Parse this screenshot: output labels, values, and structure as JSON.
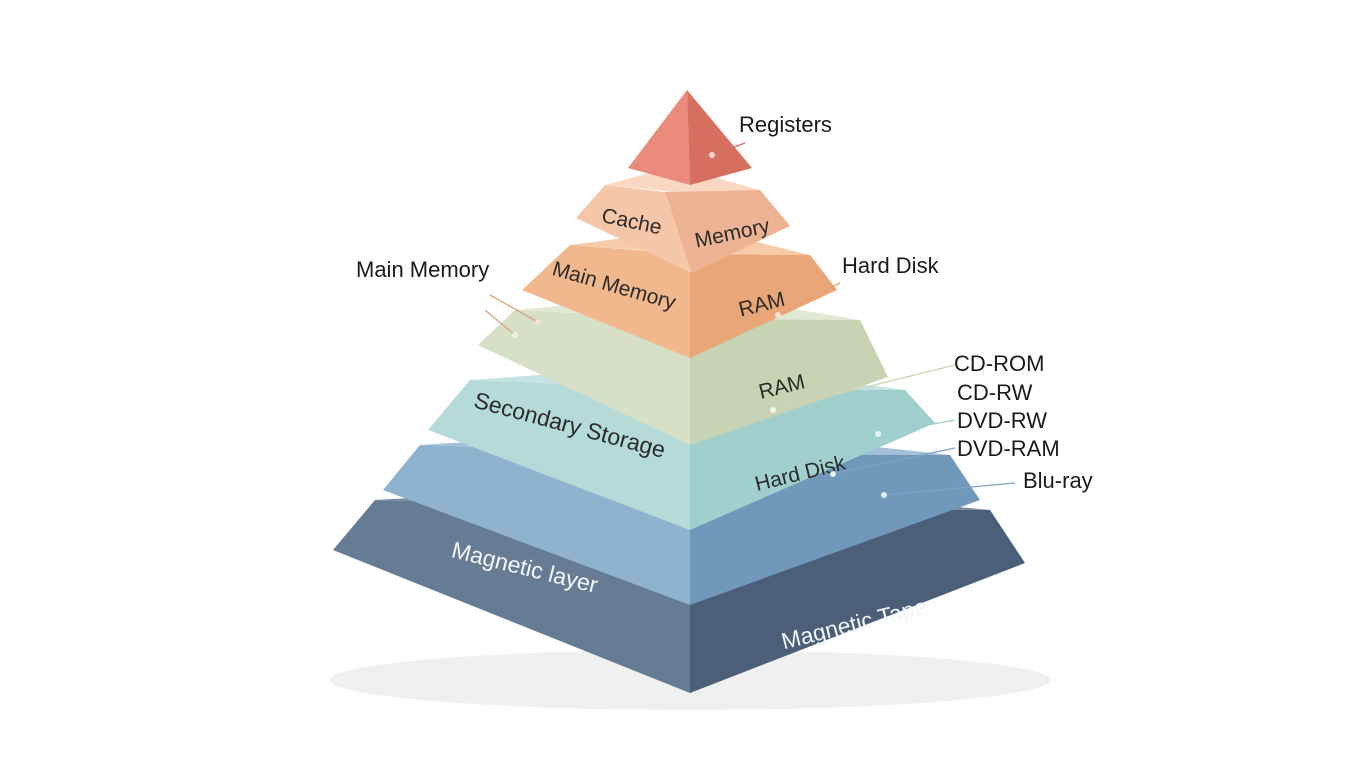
{
  "tiers": [
    {
      "name": "registers",
      "left_color": "#e98a7a",
      "right_color": "#d66f60",
      "top_color": "#ef9d8c"
    },
    {
      "name": "cache-memory",
      "left_color": "#f6c6a9",
      "right_color": "#eeb393",
      "top_color": "#fad8c3",
      "left_label": "Cache",
      "right_label": "Memory"
    },
    {
      "name": "main-memory",
      "left_color": "#f2b88d",
      "right_color": "#e9a777",
      "top_color": "#f7cba8",
      "left_label": "Main Memory",
      "right_label": "RAM"
    },
    {
      "name": "ram",
      "left_color": "#d7e0c6",
      "right_color": "#c7d3b2",
      "top_color": "#e1e8d3",
      "right_label": "RAM"
    },
    {
      "name": "secondary-storage",
      "left_color": "#b5dbd9",
      "right_color": "#a1cfcd",
      "top_color": "#c4e3e1",
      "left_label": "Secondary Storage",
      "right_label": "Hard Disk"
    },
    {
      "name": "optical",
      "left_color": "#8fb2cf",
      "right_color": "#6f98bb",
      "top_color": "#a2c0da"
    },
    {
      "name": "magnetic",
      "left_color": "#667c95",
      "right_color": "#4c5f78",
      "top_color": "#7589a1",
      "left_label": "Magnetic layer",
      "right_label": "Magnetic Tape"
    }
  ],
  "callouts": {
    "registers": "Registers",
    "main_memory": "Main Memory",
    "hard_disk": "Hard Disk",
    "cd_rom": "CD-ROM",
    "cd_rw": "CD-RW",
    "dvd_rw": "DVD-RW",
    "dvd_ram": "DVD-RAM",
    "blu_ray": "Blu-ray"
  },
  "colors": {
    "background": "#ffffff",
    "text": "#1a1a1a"
  }
}
